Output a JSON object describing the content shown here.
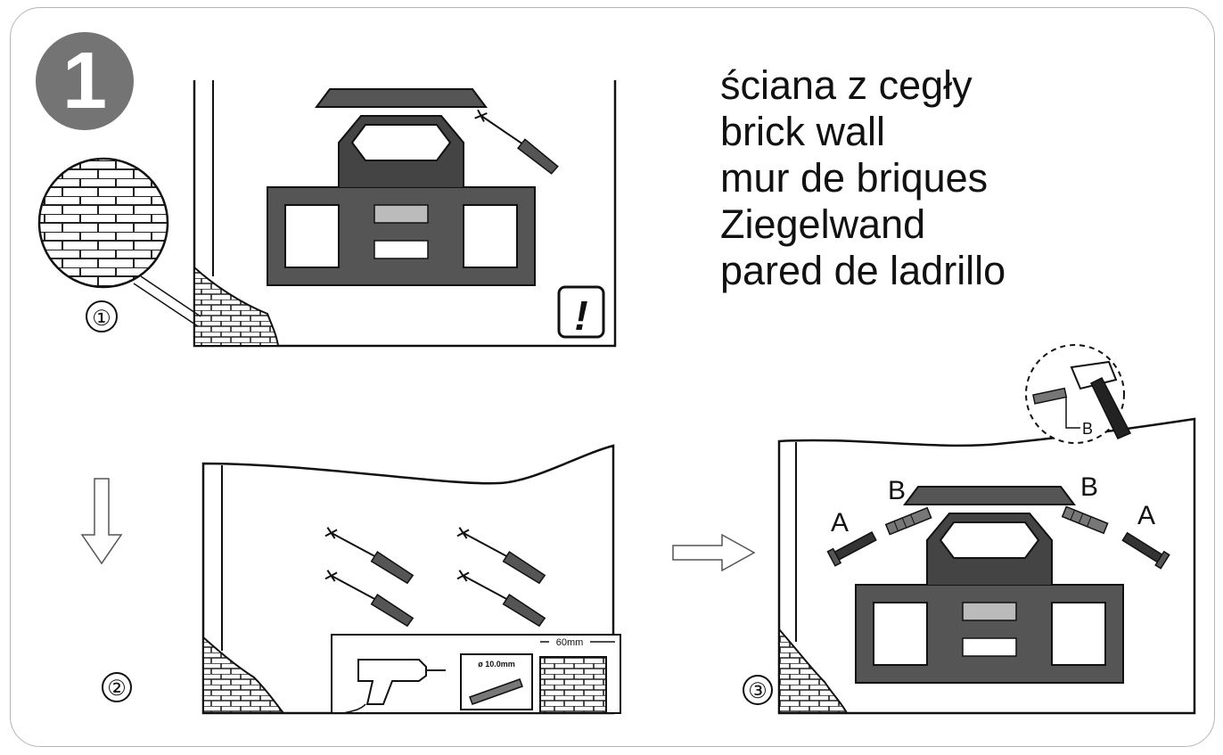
{
  "step": {
    "number": "1"
  },
  "title": {
    "lines": [
      "ściana z cegły",
      "brick wall",
      "mur de briques",
      "Ziegelwand",
      "pared de ladrillo"
    ]
  },
  "panels": {
    "panel1": {
      "label": "①",
      "warning_symbol": "!"
    },
    "panel2": {
      "label": "②",
      "drill_bit": "ø 10.0mm",
      "depth": "60mm"
    },
    "panel3": {
      "label": "③",
      "part_a": "A",
      "part_b": "B"
    }
  },
  "icons": [
    "brick-wall-icon",
    "warning-icon",
    "drill-icon",
    "hammer-icon",
    "arrow-down-icon",
    "arrow-right-icon",
    "wall-anchor-icon",
    "screw-icon",
    "tv-mount-bracket-icon"
  ]
}
